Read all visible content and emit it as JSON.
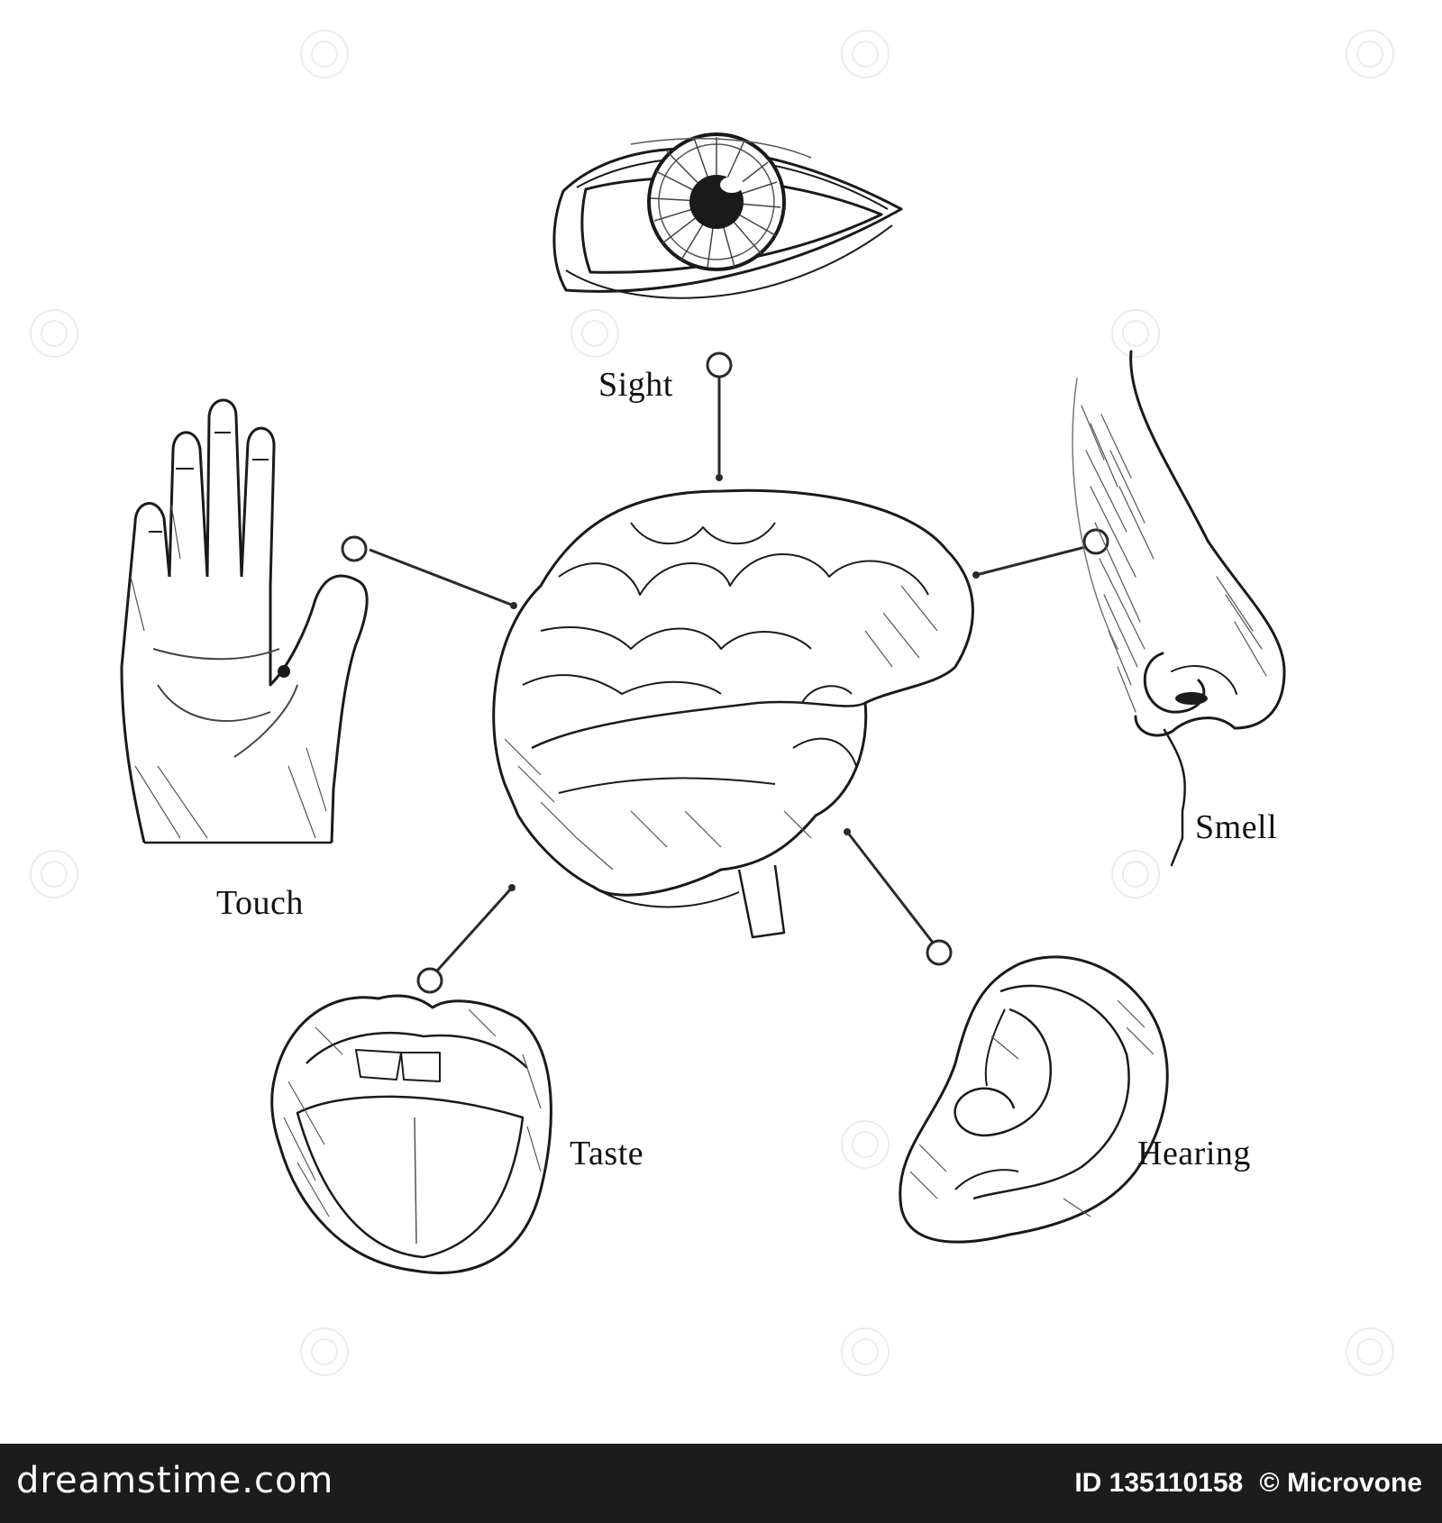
{
  "labels": {
    "sight": "Sight",
    "smell": "Smell",
    "touch": "Touch",
    "taste": "Taste",
    "hearing": "Hearing"
  },
  "nodes": [
    {
      "id": "sight",
      "organ": "eye-icon"
    },
    {
      "id": "smell",
      "organ": "nose-icon"
    },
    {
      "id": "touch",
      "organ": "hand-icon"
    },
    {
      "id": "taste",
      "organ": "mouth-icon"
    },
    {
      "id": "hearing",
      "organ": "ear-icon"
    }
  ],
  "center": {
    "organ": "brain-icon"
  },
  "footer": {
    "brand": "dreamstime.com",
    "id_text": "ID 135110158",
    "author": "© Microvone"
  },
  "colors": {
    "ink": "#111111",
    "connector": "#2a2a2a",
    "footer_bg": "#1c1c1c",
    "footer_text": "#ffffff"
  }
}
